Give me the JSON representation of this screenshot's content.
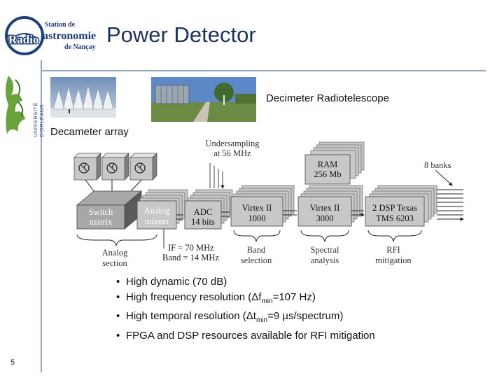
{
  "slide": {
    "title": "Power Detector",
    "page_number": "5",
    "logo": {
      "line1": "Station de",
      "radio": "Radio",
      "astronomie": "astronomie",
      "line3": "de Nançay"
    },
    "side_logo_text": "UNIVERSITÉ D'ORLÉANS"
  },
  "captions": {
    "decimeter": "Decimeter Radiotelescope",
    "decameter": "Decameter array"
  },
  "diagram": {
    "undersampling_line1": "Undersampling",
    "undersampling_line2": "at 56 MHz",
    "banks": "8 banks",
    "ram_line1": "RAM",
    "ram_line2": "256 Mb",
    "switch_line1": "Switch",
    "switch_line2": "matrix",
    "analog_line1": "Analog",
    "analog_line2": "mixers",
    "adc_line1": "ADC",
    "adc_line2": "14 bits",
    "virtex1_line1": "Virtex II",
    "virtex1_line2": "1000",
    "virtex2_line1": "Virtex II",
    "virtex2_line2": "3000",
    "dsp_line1": "2 DSP Texas",
    "dsp_line2": "TMS 6203",
    "if_line1": "IF = 70 MHz",
    "if_line2": "Band = 14 MHz",
    "analog_section_1": "Analog",
    "analog_section_2": "section",
    "band_selection_1": "Band",
    "band_selection_2": "selection",
    "spectral_1": "Spectral",
    "spectral_2": "analysis",
    "rfi_1": "RFI",
    "rfi_2": "mitigation"
  },
  "bullets": {
    "b1": "High dynamic (70 dB)",
    "b2_pre": "High frequency resolution (Δf",
    "b2_sub": "min",
    "b2_post": "=107 Hz)",
    "b3_pre": "High temporal resolution (Δt",
    "b3_sub": "min",
    "b3_post": "=9 µs/spectrum)",
    "b4": "FPGA and DSP resources available for RFI mitigation"
  },
  "colors": {
    "title": "#1d3160",
    "rule": "#8fa6c2",
    "logo_blue": "#1f3e7c",
    "box_face": "#c8c8c8",
    "box_dark": "#7e7e7e"
  }
}
